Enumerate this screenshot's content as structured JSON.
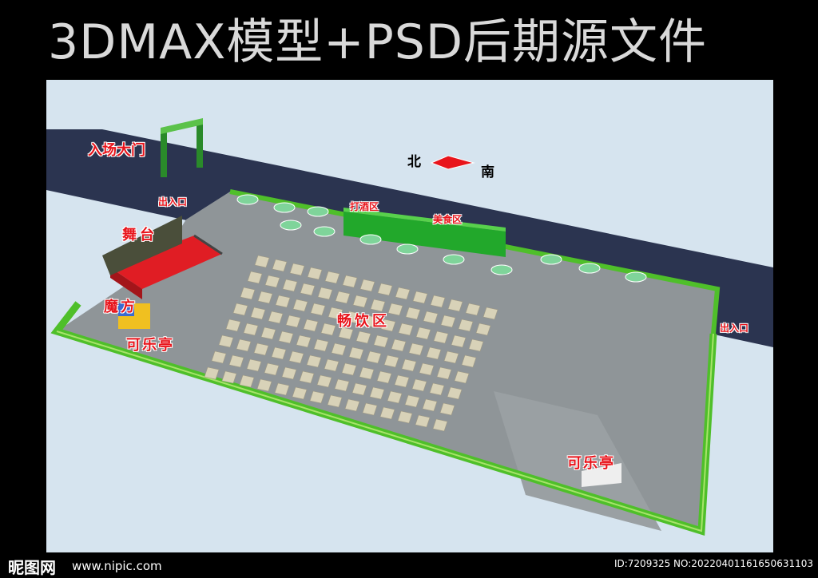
{
  "banner": {
    "title": "3DMAX模型+PSD后期源文件"
  },
  "labels": {
    "entrance_gate": "入场大门",
    "exit_top": "出入口",
    "exit_right": "出入口",
    "stage": "舞台",
    "cube": "魔方",
    "kiosk_left": "可乐亭",
    "kiosk_bottom": "可乐亭",
    "bar_area": "打酒区",
    "food_area": "美食区",
    "drink_area": "畅饮区"
  },
  "compass": {
    "north": "北",
    "south": "南"
  },
  "watermark": {
    "logo": "昵图网",
    "url": "www.nipic.com",
    "id": "ID:7209325 NO:20220401161650631103"
  },
  "colors": {
    "road": "#2b3450",
    "ground": "#8f9598",
    "fence": "#4fbf2a",
    "stage": "#e01d24",
    "booth": "#22a82b",
    "umbrella": "#7fd49a"
  }
}
